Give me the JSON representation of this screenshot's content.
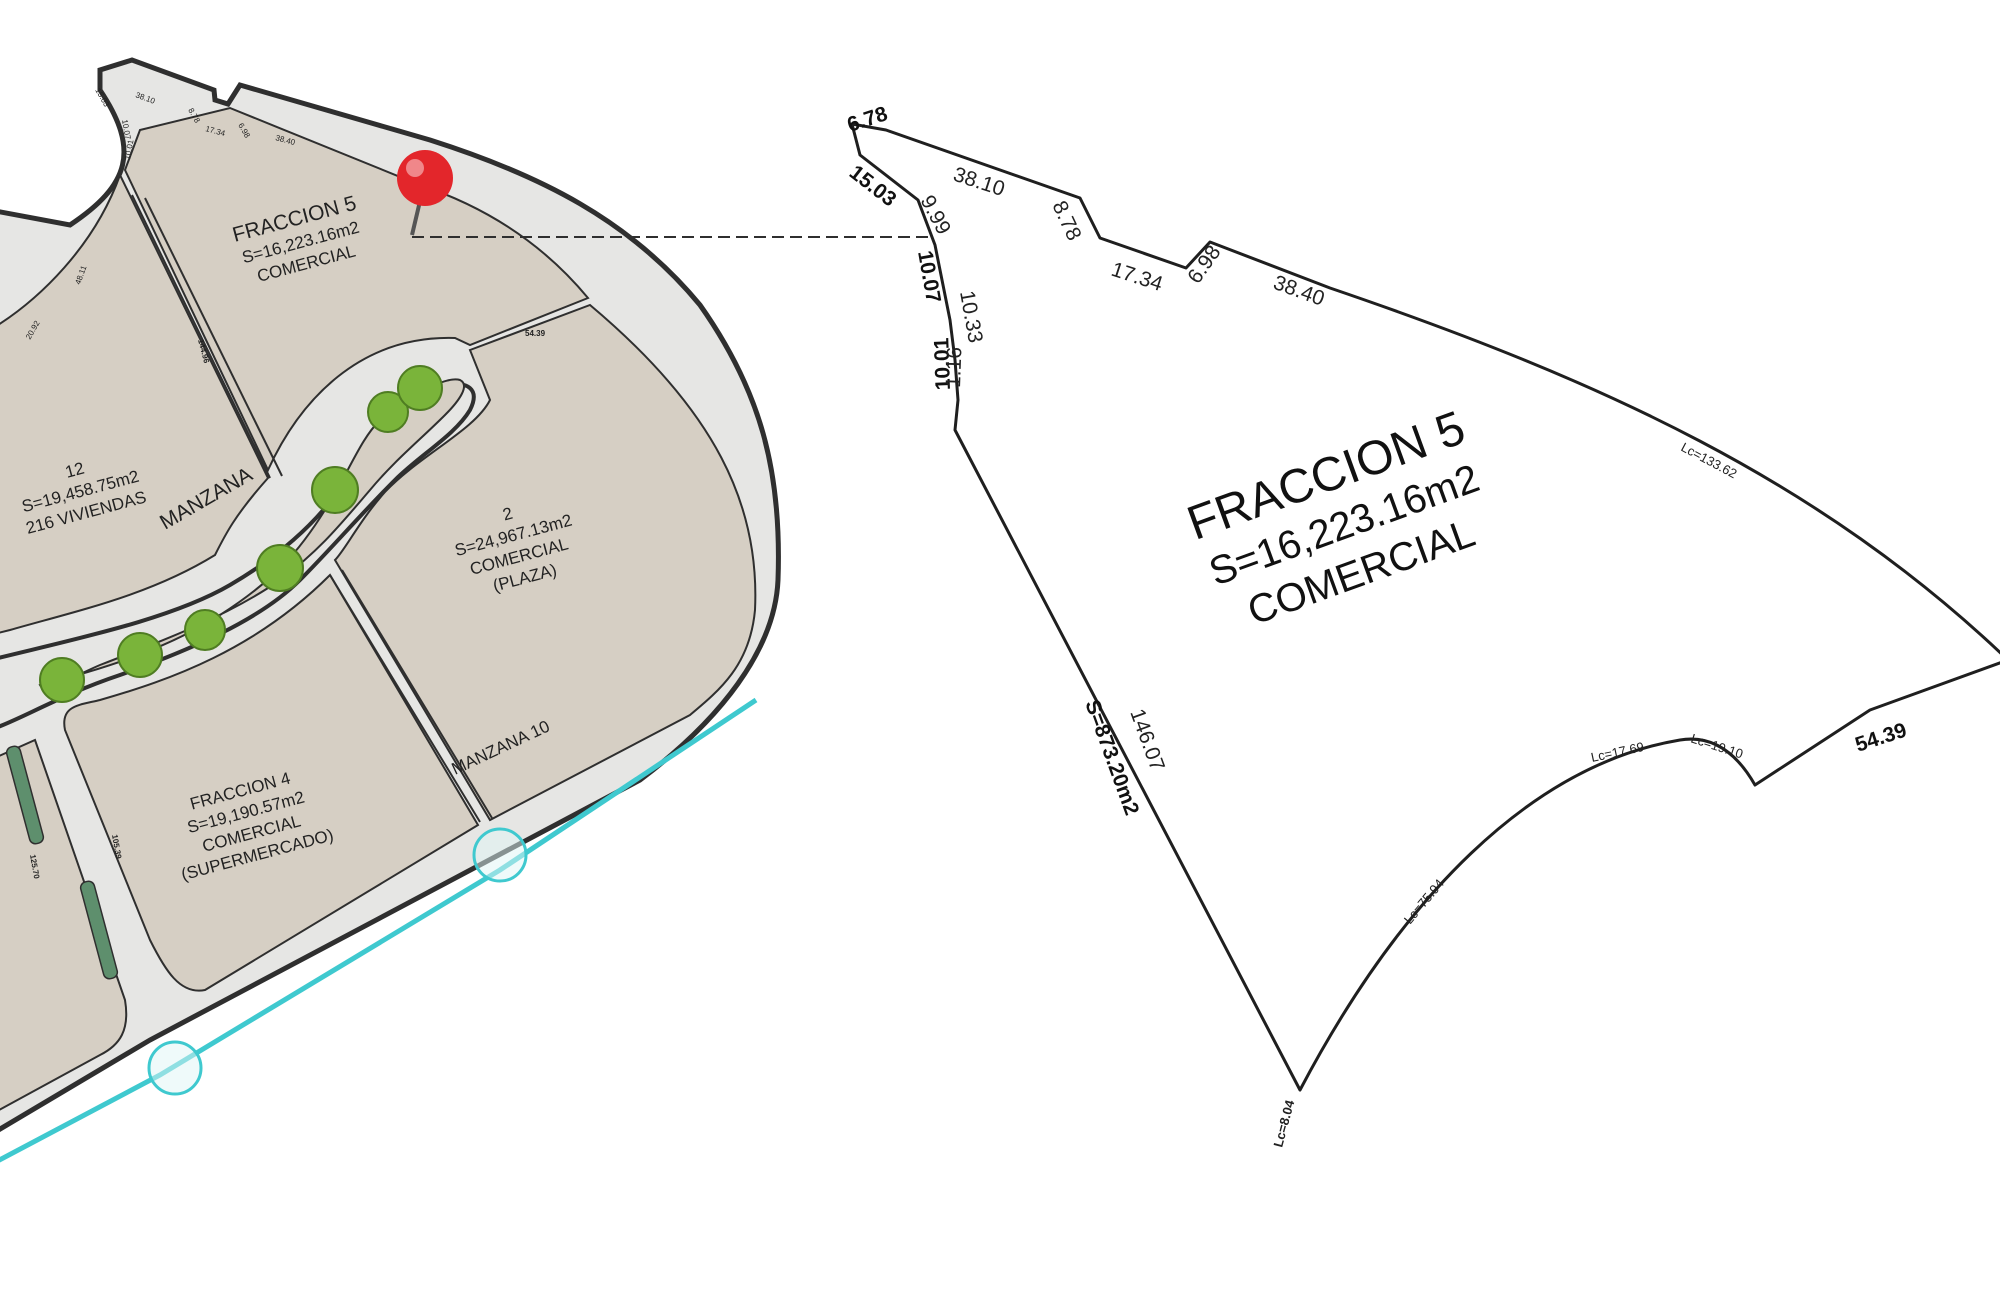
{
  "map": {
    "colors": {
      "lot_fill": "#d6cfc4",
      "road_fill": "#e6e6e4",
      "outline": "#2f2f2f",
      "river": "#3fc9cf",
      "pin": "#e3262b",
      "tree": "#7ab43a",
      "median": "#5e8f6d"
    },
    "lots": {
      "fraccion5": {
        "title": "FRACCION 5",
        "area": "S=16,223.16m2",
        "use": "COMERCIAL"
      },
      "lot12": {
        "number": "12",
        "area": "S=19,458.75m2",
        "use": "216 VIVIENDAS"
      },
      "manzana_label": "MANZANA",
      "lot2": {
        "number": "2",
        "area": "S=24,967.13m2",
        "use": "COMERCIAL",
        "note": "(PLAZA)"
      },
      "fraccion4": {
        "title": "FRACCION 4",
        "area": "S=19,190.57m2",
        "use": "COMERCIAL",
        "note": "(SUPERMERCADO)"
      },
      "manzana10": "MANZANA 10"
    },
    "small_dims": {
      "d1": "38.10",
      "d2": "8.78",
      "d3": "17.34",
      "d4": "6.98",
      "d5": "38.40",
      "d6": "15.03",
      "d7": "10.07",
      "d8": "10.01",
      "d9": "48.11",
      "d10": "54.39",
      "d11": "144.96",
      "d12": "20.92",
      "d13": "105.39",
      "d14": "125.70"
    }
  },
  "detail": {
    "title": "FRACCION 5",
    "area": "S=16,223.16m2",
    "use": "COMERCIAL",
    "side_area": "S=873.20m2",
    "dims": {
      "top1": "6.78",
      "top2": "38.10",
      "top3": "8.78",
      "top4": "17.34",
      "top5": "6.98",
      "top6": "38.40",
      "left1": "15.03",
      "left2": "9.99",
      "left3": "10.07",
      "left4": "10.33",
      "left5": "10.01",
      "left6": "1.16",
      "long_side": "146.07",
      "right_end": "54.39"
    },
    "arcs": {
      "outer": "Lc=133.62",
      "inner1": "Lc=17.69",
      "inner2": "Lc=19.10",
      "lower": "Lc=75.94",
      "tip": "Lc=8.04"
    }
  }
}
